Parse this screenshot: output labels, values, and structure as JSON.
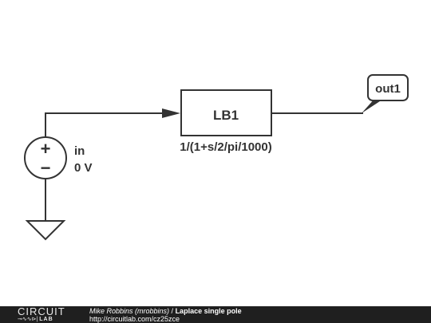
{
  "schematic": {
    "block": {
      "name": "LB1",
      "transfer_function": "1/(1+s/2/pi/1000)"
    },
    "source": {
      "name": "in",
      "value": "0 V",
      "plus_symbol": "+",
      "minus_symbol": "−"
    },
    "output_label": "out1",
    "ground": "ground-symbol"
  },
  "footer": {
    "logo_top": "CIRCUIT",
    "logo_bottom": "LAB",
    "author": "Mike Robbins (mrobbins)",
    "separator": " / ",
    "title": "Laplace single pole",
    "url": "http://circuitlab.com/cz25zce"
  }
}
